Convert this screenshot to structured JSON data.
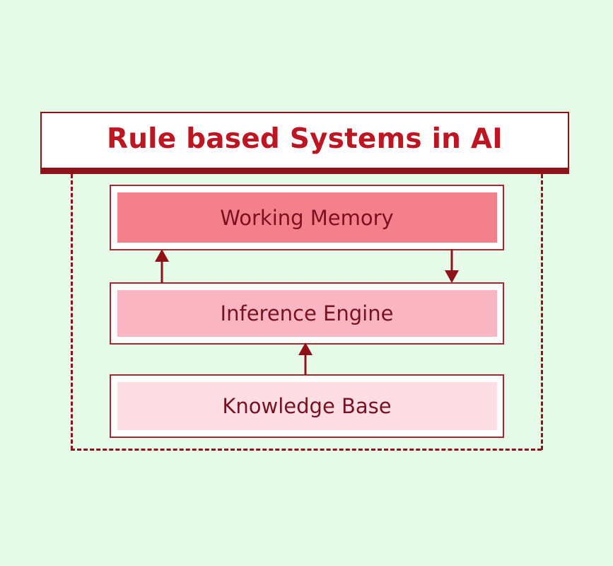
{
  "diagram": {
    "title": "Rule based Systems in AI",
    "background_color": "#e7fce8",
    "accent_color": "#8f1218",
    "title_color": "#be1522",
    "node_text_color": "#7b1020",
    "nodes": [
      {
        "id": "working-memory",
        "label": "Working Memory",
        "fill": "#f4808c"
      },
      {
        "id": "inference-engine",
        "label": "Inference Engine",
        "fill": "#f9b6c2"
      },
      {
        "id": "knowledge-base",
        "label": "Knowledge Base",
        "fill": "#fcdee4"
      }
    ],
    "connectors": [
      {
        "id": "ie-to-wm",
        "from": "inference-engine",
        "to": "working-memory",
        "direction": "up"
      },
      {
        "id": "wm-to-ie",
        "from": "working-memory",
        "to": "inference-engine",
        "direction": "down"
      },
      {
        "id": "kb-to-ie",
        "from": "knowledge-base",
        "to": "inference-engine",
        "direction": "up"
      }
    ],
    "enclosure": {
      "style": "dashed",
      "color": "#8f1218"
    }
  }
}
